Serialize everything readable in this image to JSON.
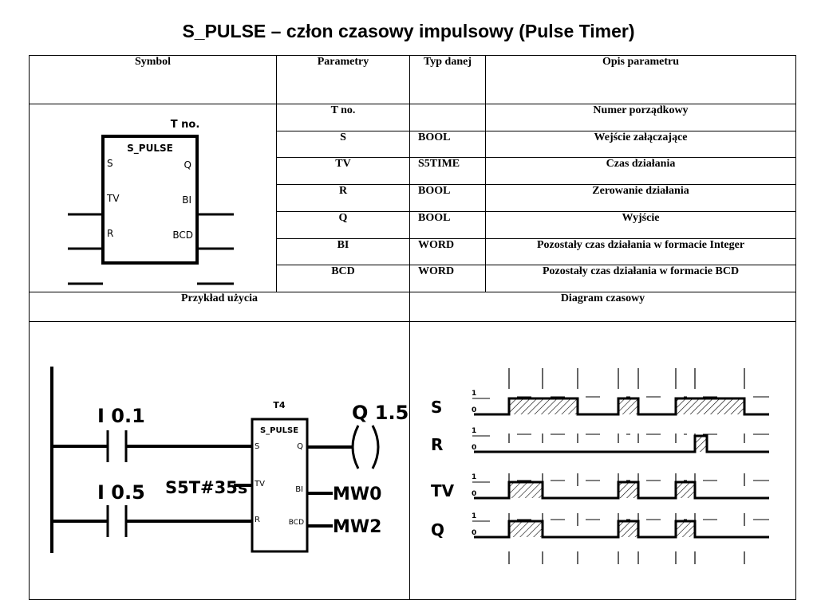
{
  "title_main": "S_PULSE – człon czasowy impulsowy (",
  "title_paren": "Pulse Timer",
  "title_close": ")",
  "headers": {
    "symbol": "Symbol",
    "params": "Parametry",
    "type": "Typ danej",
    "desc": "Opis parametru"
  },
  "rows": [
    {
      "param": "T no.",
      "type": "",
      "desc": "Numer porządkowy"
    },
    {
      "param": "S",
      "type": "BOOL",
      "desc": "Wejście załączające"
    },
    {
      "param": "TV",
      "type": "S5TIME",
      "desc": "Czas działania"
    },
    {
      "param": "R",
      "type": "BOOL",
      "desc": "Zerowanie działania"
    },
    {
      "param": "Q",
      "type": "BOOL",
      "desc": "Wyjście"
    },
    {
      "param": "BI",
      "type": "WORD",
      "desc": "Pozostały czas działania w formacie Integer"
    },
    {
      "param": "BCD",
      "type": "WORD",
      "desc": "Pozostały czas działania w formacie BCD"
    }
  ],
  "symbol": {
    "tno": "T no.",
    "name": "S_PULSE",
    "in_s": "S",
    "in_tv": "TV",
    "in_r": "R",
    "out_q": "Q",
    "out_bi": "BI",
    "out_bcd": "BCD"
  },
  "sections": {
    "example": "Przykład użycia",
    "diagram": "Diagram czasowy"
  },
  "example": {
    "contact1": "I 0.1",
    "contact2": "I 0.5",
    "timer": "T4",
    "block": "S_PULSE",
    "in_s": "S",
    "in_tv": "TV",
    "in_r": "R",
    "out_q": "Q",
    "out_bi": "BI",
    "out_bcd": "BCD",
    "time": "S5T#35s",
    "coil": "Q 1.5",
    "mw0": "MW0",
    "mw2": "MW2"
  },
  "diagram": {
    "signals": [
      {
        "label": "S",
        "one": "1",
        "zero": "0"
      },
      {
        "label": "R",
        "one": "1",
        "zero": "0"
      },
      {
        "label": "TV",
        "one": "1",
        "zero": "0"
      },
      {
        "label": "Q",
        "one": "1",
        "zero": "0"
      }
    ]
  }
}
